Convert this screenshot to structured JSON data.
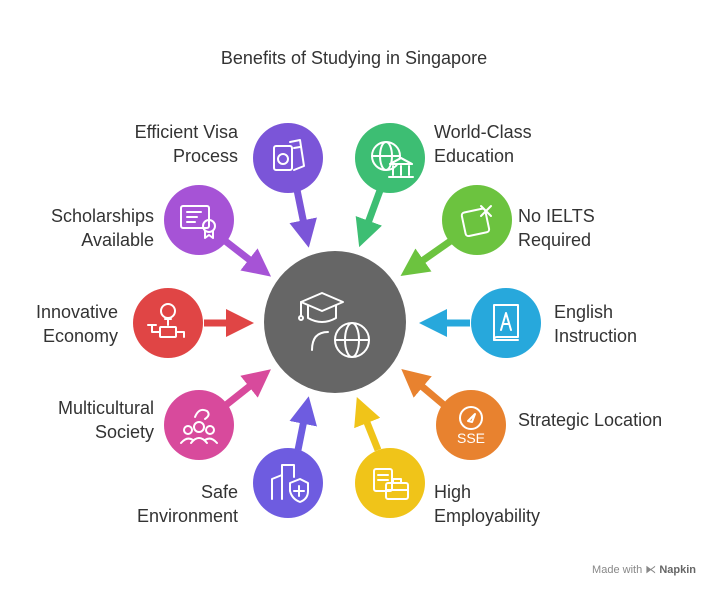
{
  "title": "Benefits of Studying in Singapore",
  "center": {
    "color": "#666666",
    "icon": "graduate-globe-icon"
  },
  "benefits": [
    {
      "id": "visa",
      "line1": "Efficient Visa",
      "line2": "Process",
      "color": "#7B55D8",
      "icon": "passport-icon"
    },
    {
      "id": "education",
      "line1": "World-Class",
      "line2": "Education",
      "color": "#3DBE73",
      "icon": "globe-institution-icon"
    },
    {
      "id": "ielts",
      "line1": "No IELTS",
      "line2": "Required",
      "color": "#6CC33F",
      "icon": "cancel-square-icon"
    },
    {
      "id": "english",
      "line1": "English",
      "line2": "Instruction",
      "color": "#27A8DC",
      "icon": "book-a-icon"
    },
    {
      "id": "location",
      "line1": "Strategic Location",
      "line2": "",
      "color": "#E8822F",
      "icon": "compass-icon",
      "icon_text": "SSE"
    },
    {
      "id": "employ",
      "line1": "High",
      "line2": "Employability",
      "color": "#F0C419",
      "icon": "briefcase-icon"
    },
    {
      "id": "safe",
      "line1": "Safe",
      "line2": "Environment",
      "color": "#6E5CE0",
      "icon": "shield-building-icon"
    },
    {
      "id": "multi",
      "line1": "Multicultural",
      "line2": "Society",
      "color": "#D84A9C",
      "icon": "people-icon"
    },
    {
      "id": "innov",
      "line1": "Innovative",
      "line2": "Economy",
      "color": "#E04545",
      "icon": "lightbulb-circuit-icon"
    },
    {
      "id": "scholar",
      "line1": "Scholarships",
      "line2": "Available",
      "color": "#A653D6",
      "icon": "certificate-icon"
    }
  ],
  "footer": {
    "made_with": "Made with",
    "brand": "Napkin"
  }
}
